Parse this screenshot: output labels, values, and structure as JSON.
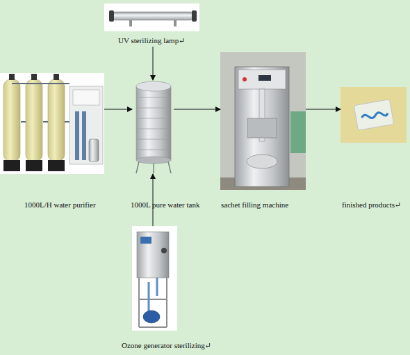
{
  "diagram": {
    "nodes": [
      {
        "text": [
          "UV sterilizing lamp↵"
        ]
      },
      {
        "text": [
          "1000L/H water purifier"
        ]
      },
      {
        "text": [
          "1000L pure water tank"
        ]
      },
      {
        "text": [
          "sachet filling machine"
        ]
      },
      {
        "text": [
          "finished products↵"
        ]
      },
      {
        "text": [
          "Ozone generator sterilizing↵"
        ]
      }
    ],
    "edges": [
      {
        "from": 0,
        "to": 2,
        "arrow": "to"
      },
      {
        "from": 1,
        "to": 2,
        "arrow": "to"
      },
      {
        "from": 2,
        "to": 3,
        "arrow": "to"
      },
      {
        "from": 3,
        "to": 4,
        "arrow": "to"
      },
      {
        "from": 5,
        "to": 2,
        "arrow": "to"
      }
    ]
  }
}
